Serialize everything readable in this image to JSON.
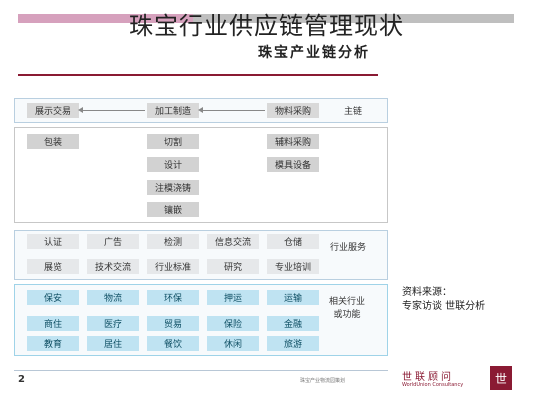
{
  "page_title": "珠宝行业供应链管理现状",
  "doc_title": "珠宝产业链分析",
  "main_chain": {
    "label": "主链",
    "steps": [
      "物料采购",
      "加工制造",
      "展示交易"
    ]
  },
  "process_items": {
    "procurement": [
      "辅料采购",
      "模具设备"
    ],
    "manufacturing": [
      "切割",
      "设计",
      "注模浇铸",
      "镶嵌"
    ],
    "trade": [
      "包装"
    ]
  },
  "industry_services": {
    "label": "行业服务",
    "row1": [
      "认证",
      "广告",
      "检测",
      "信息交流",
      "仓储"
    ],
    "row2": [
      "展览",
      "技术交流",
      "行业标准",
      "研究",
      "专业培训"
    ]
  },
  "related_industries": {
    "label": "相关行业或功能",
    "row1": [
      "保安",
      "物流",
      "环保",
      "押运",
      "运输"
    ],
    "row2": [
      "商住",
      "医疗",
      "贸易",
      "保险",
      "金融"
    ],
    "row3": [
      "教育",
      "居住",
      "餐饮",
      "休闲",
      "旅游"
    ]
  },
  "source": {
    "line1": "资料来源：",
    "line2": "专家访谈 世联分析"
  },
  "page_number": "2",
  "footnote": "珠宝产业物流园策划",
  "brand": {
    "cn": "世联顾问",
    "en": "WorldUnion Consultancy",
    "logo_char": "世"
  }
}
